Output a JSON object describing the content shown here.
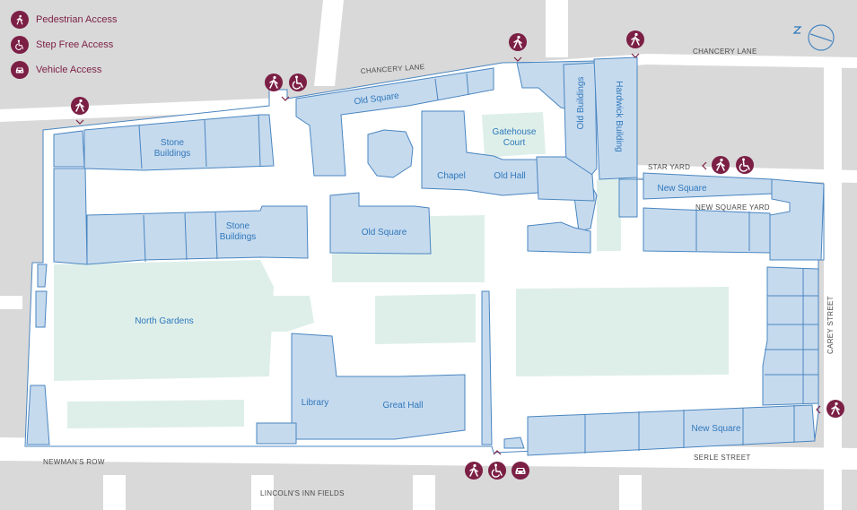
{
  "legend": {
    "pedestrian": "Pedestrian Access",
    "stepfree": "Step Free Access",
    "vehicle": "Vehicle Access"
  },
  "streets": {
    "chancery_lane_1": "CHANCERY LANE",
    "chancery_lane_2": "CHANCERY LANE",
    "star_yard": "STAR YARD",
    "new_square_yard": "NEW SQUARE YARD",
    "carey_street": "CAREY STREET",
    "serle_street": "SERLE STREET",
    "newmans_row": "NEWMAN'S ROW",
    "lincolns_inn_fields": "LINCOLN'S INN FIELDS"
  },
  "buildings": {
    "stone_buildings_1": [
      "Stone",
      "Buildings"
    ],
    "stone_buildings_2": [
      "Stone",
      "Buildings"
    ],
    "old_square_1": "Old Square",
    "old_square_2": "Old Square",
    "chapel": "Chapel",
    "old_hall": "Old Hall",
    "gatehouse_court": [
      "Gatehouse",
      "Court"
    ],
    "old_buildings": "Old Buildings",
    "hardwick_building": "Hardwick Building",
    "new_square_1": "New Square",
    "new_square_2": "New Square",
    "north_gardens": "North Gardens",
    "library": "Library",
    "great_hall": "Great Hall"
  },
  "colors": {
    "accent": "#7b1f45",
    "building_fill": "#c6daee",
    "building_stroke": "#4a86c0",
    "garden": "#deefea",
    "road": "#ffffff",
    "block": "#d9d9d9"
  }
}
